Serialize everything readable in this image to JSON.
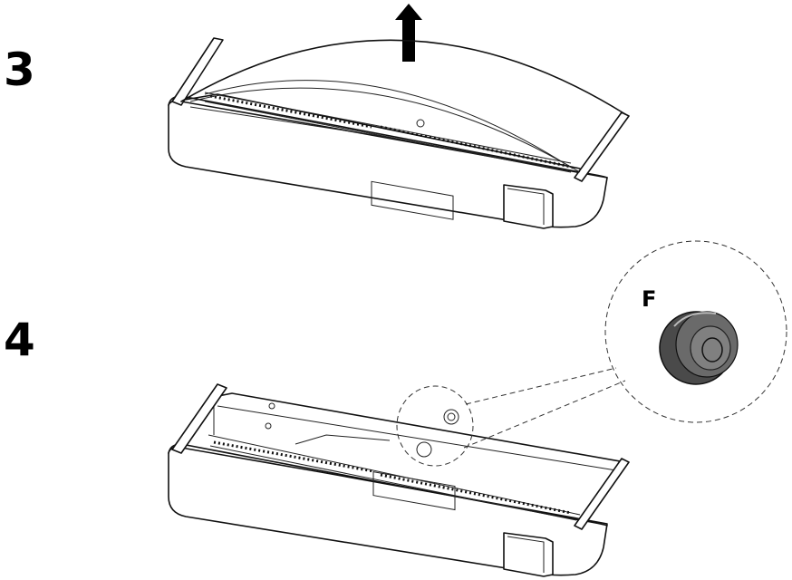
{
  "steps": [
    {
      "number": "3"
    },
    {
      "number": "4"
    }
  ],
  "callout": {
    "part_label": "F"
  },
  "icons": {
    "lift_arrow": "up-arrow-icon",
    "part": "rubber-bumper-icon"
  }
}
